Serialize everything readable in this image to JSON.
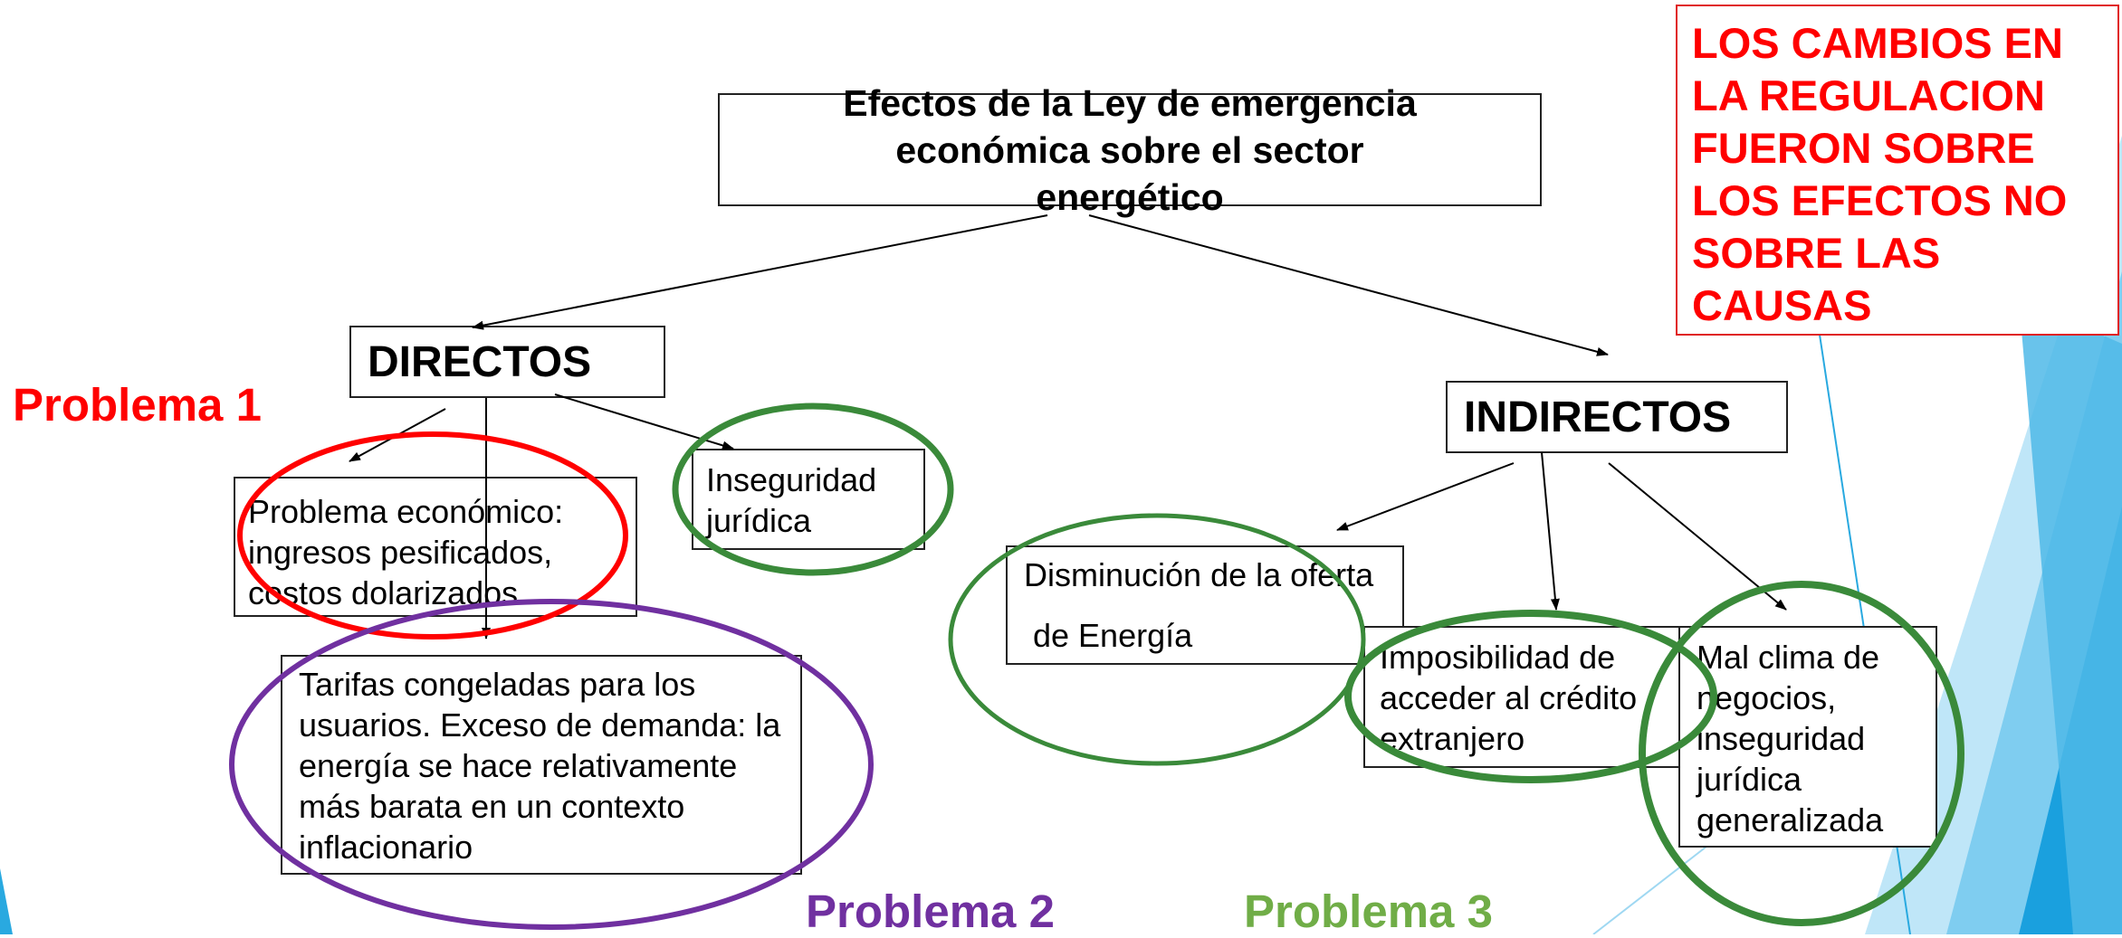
{
  "colors": {
    "problem1": "#ff0000",
    "problem2": "#7030a0",
    "problem3": "#70ad47",
    "note_text": "#ff0000",
    "ellipse_red": "#ff0000",
    "ellipse_purple": "#7030a0",
    "ellipse_green": "#3a8a3a",
    "deco_blue": "#29a9e0"
  },
  "title": "Efectos de la Ley de  emergencia económica sobre el sector energético",
  "directos": {
    "label": "DIRECTOS",
    "items": [
      {
        "text": "Problema económico: ingresos pesificados, costos dolarizados"
      },
      {
        "text": "Inseguridad jurídica"
      },
      {
        "text": "Tarifas congeladas para los usuarios. Exceso de demanda: la energía se hace relativamente más barata en un contexto inflacionario"
      }
    ]
  },
  "indirectos": {
    "label": "INDIRECTOS",
    "items": [
      {
        "line1": "Disminución de la oferta",
        "line2": "de Energía"
      },
      {
        "text": "Imposibilidad de acceder al crédito extranjero"
      },
      {
        "text": "Mal clima de negocios, inseguridad jurídica generalizada"
      }
    ]
  },
  "problems": {
    "p1": "Problema 1",
    "p2": "Problema 2",
    "p3": "Problema 3"
  },
  "note": "LOS CAMBIOS EN LA REGULACION FUERON SOBRE LOS EFECTOS NO SOBRE LAS CAUSAS"
}
